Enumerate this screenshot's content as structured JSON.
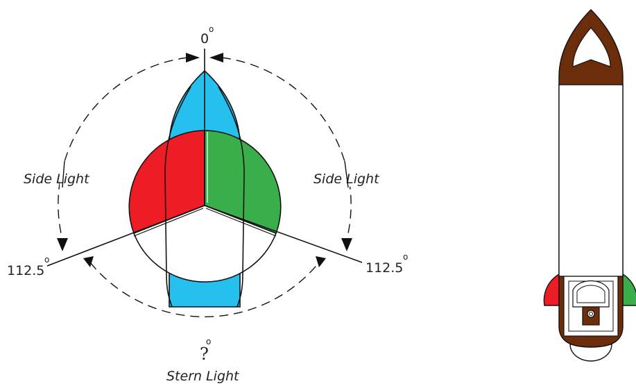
{
  "labels": {
    "top_angle": "0",
    "left_angle": "112.5",
    "right_angle": "112.5",
    "bottom_angle": "?",
    "degree_mark": "o",
    "left_side_light": "Side Light",
    "right_side_light": "Side Light",
    "stern_light": "Stern Light"
  },
  "colors": {
    "hull": "#26c0ee",
    "port_light": "#ee1c25",
    "starboard_light": "#3aae4a",
    "stern_light": "#ffffff",
    "boat_deck": "#6b2d0a",
    "outline": "#111111"
  }
}
